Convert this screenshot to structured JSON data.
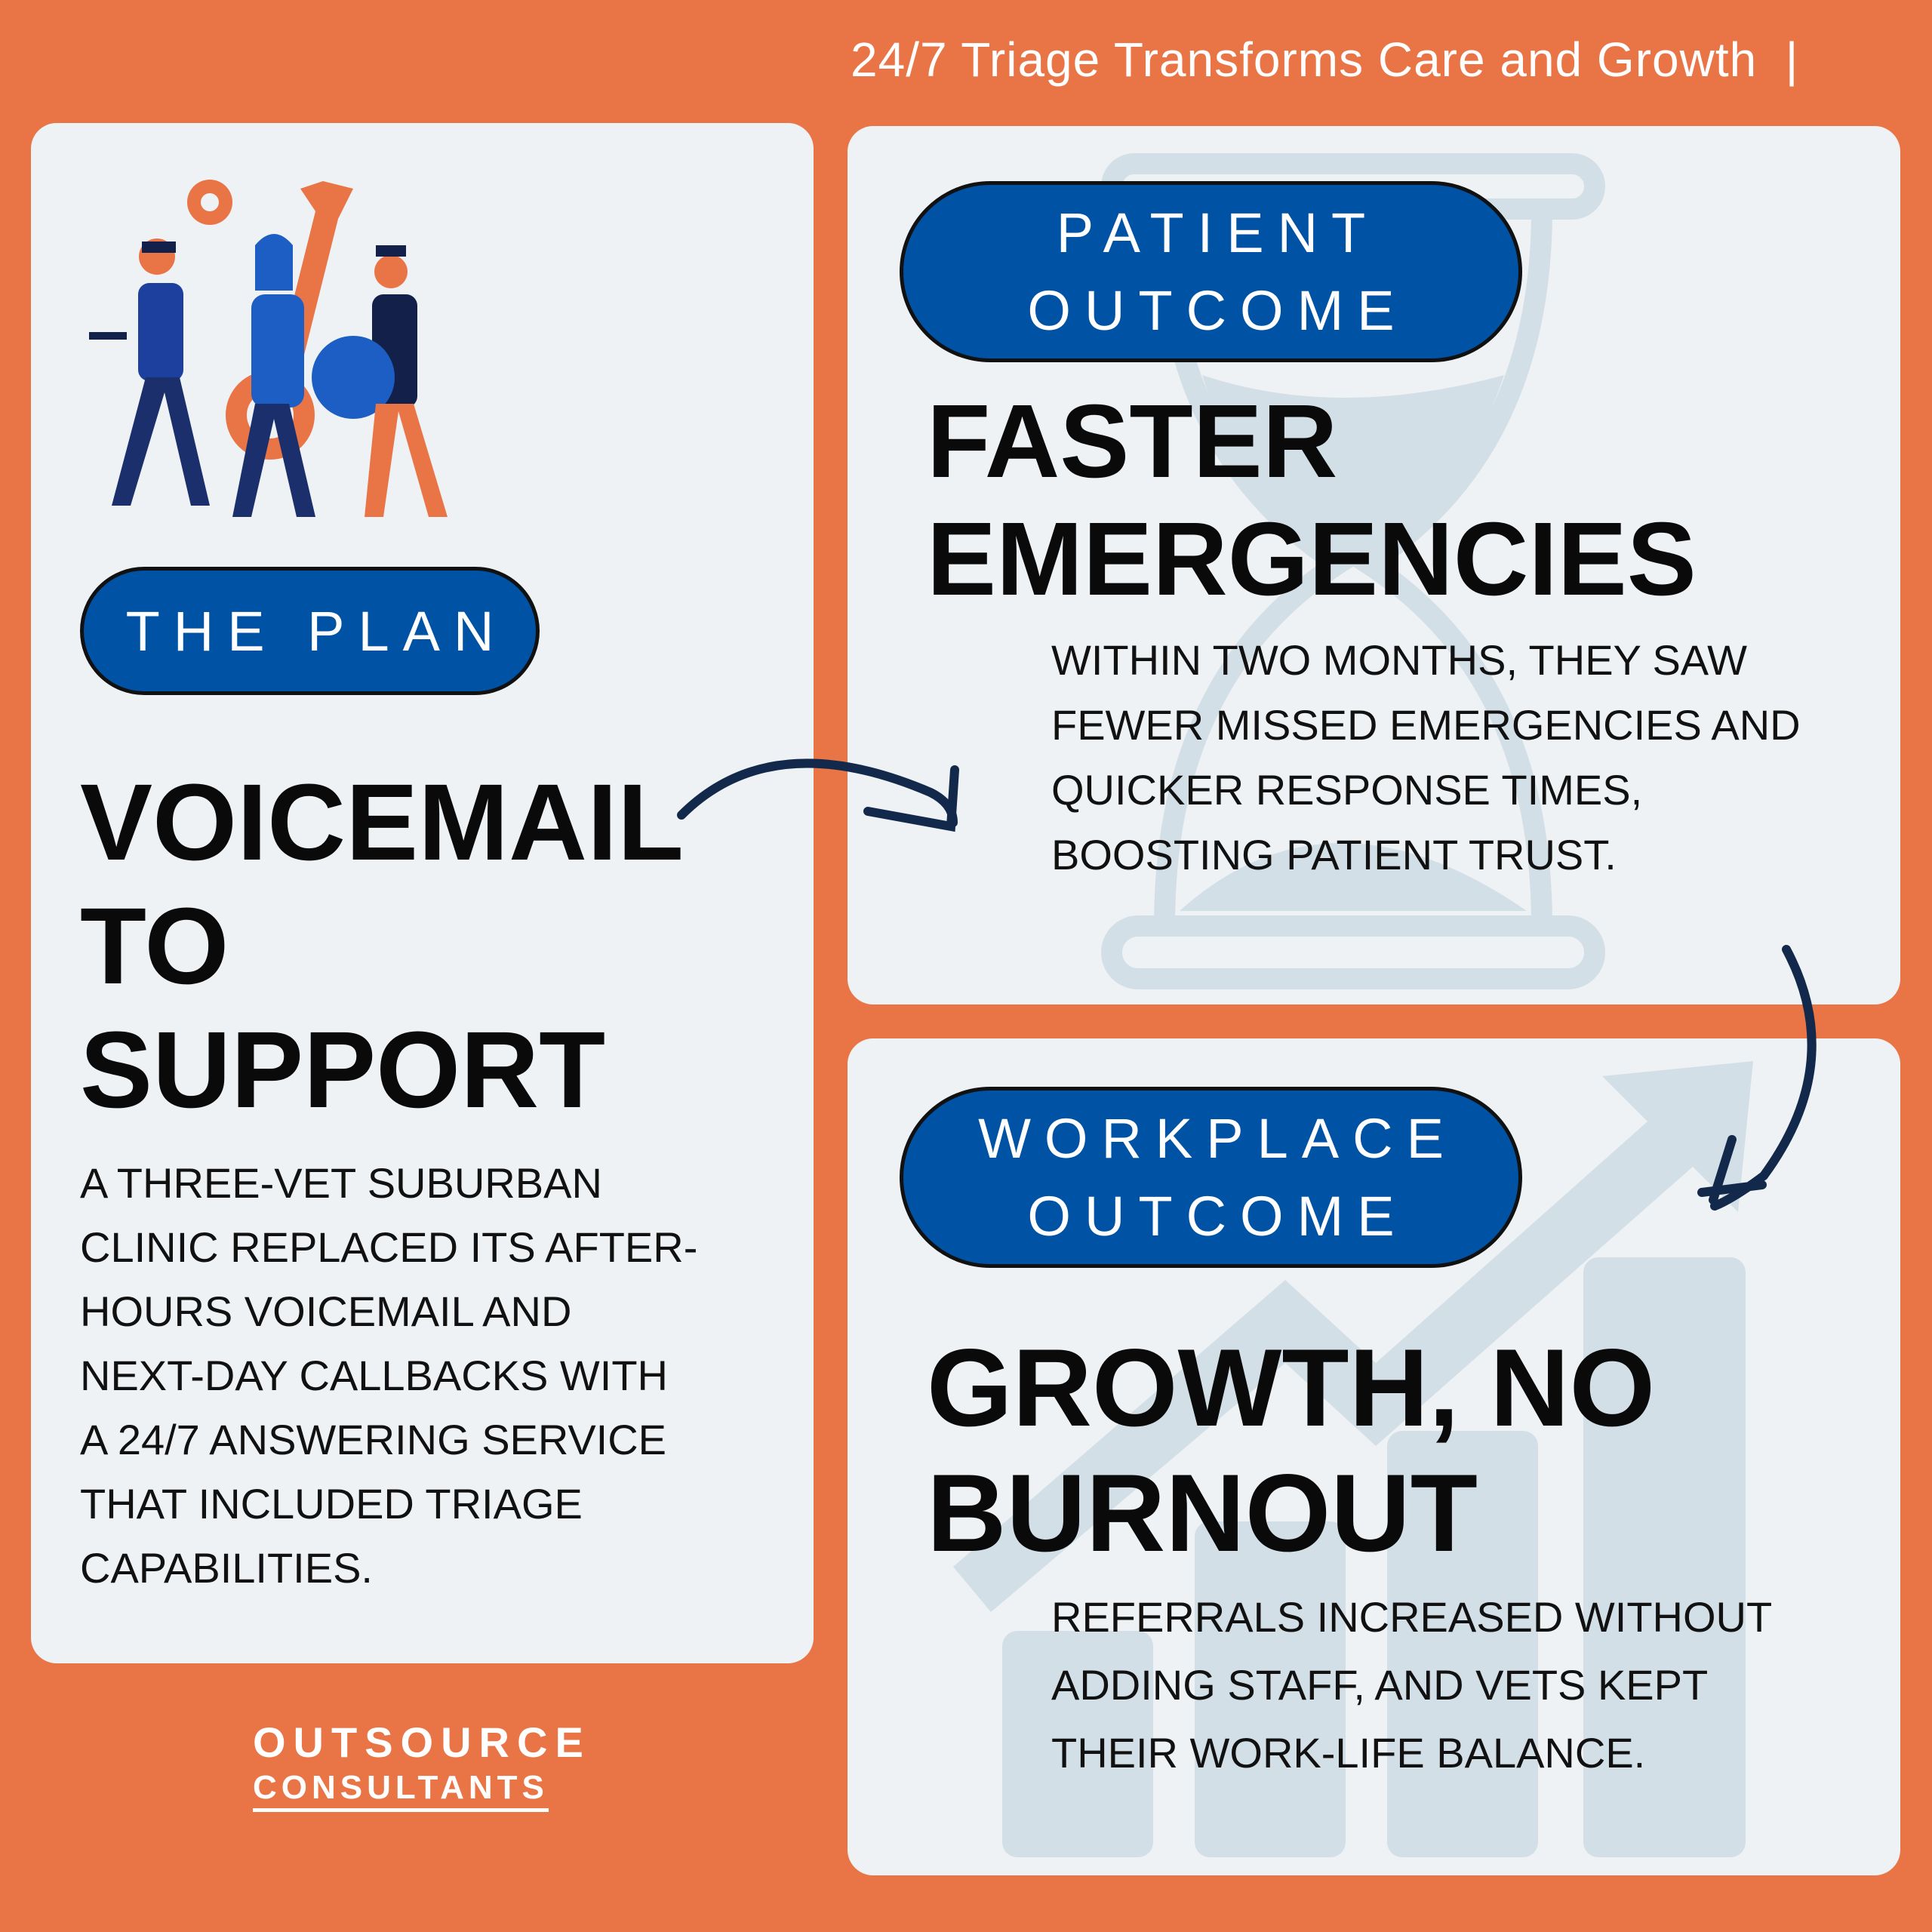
{
  "header": {
    "title": "24/7 Triage Transforms Care and Growth",
    "separator": "|"
  },
  "plan": {
    "badge": "THE PLAN",
    "heading_lines": [
      "VOICEMAIL",
      "TO",
      "SUPPORT"
    ],
    "body_lines": [
      "A THREE-VET SUBURBAN",
      "CLINIC REPLACED ITS AFTER-",
      "HOURS VOICEMAIL AND",
      "NEXT-DAY CALLBACKS WITH",
      "A 24/7 ANSWERING SERVICE",
      "THAT INCLUDED TRIAGE",
      "CAPABILITIES."
    ]
  },
  "patient": {
    "badge_lines": [
      "PATIENT",
      "OUTCOME"
    ],
    "heading_lines": [
      "FASTER",
      "EMERGENCIES"
    ],
    "body_lines": [
      "WITHIN TWO MONTHS, THEY SAW",
      "FEWER MISSED EMERGENCIES AND",
      "QUICKER RESPONSE TIMES,",
      "BOOSTING PATIENT TRUST."
    ]
  },
  "workplace": {
    "badge_lines": [
      "WORKPLACE",
      "OUTCOME"
    ],
    "heading_lines": [
      "GROWTH, NO",
      "BURNOUT"
    ],
    "body_lines": [
      "REFERRALS INCREASED WITHOUT",
      "ADDING STAFF, AND VETS KEPT",
      "THEIR WORK-LIFE BALANCE."
    ]
  },
  "logo": {
    "line1": "OUTSOURCE",
    "line2": "CONSULTANTS"
  },
  "colors": {
    "background": "#E97546",
    "panel": "#EFF2F4",
    "badge": "#0052A5",
    "watermark": "#D3DFE7"
  }
}
